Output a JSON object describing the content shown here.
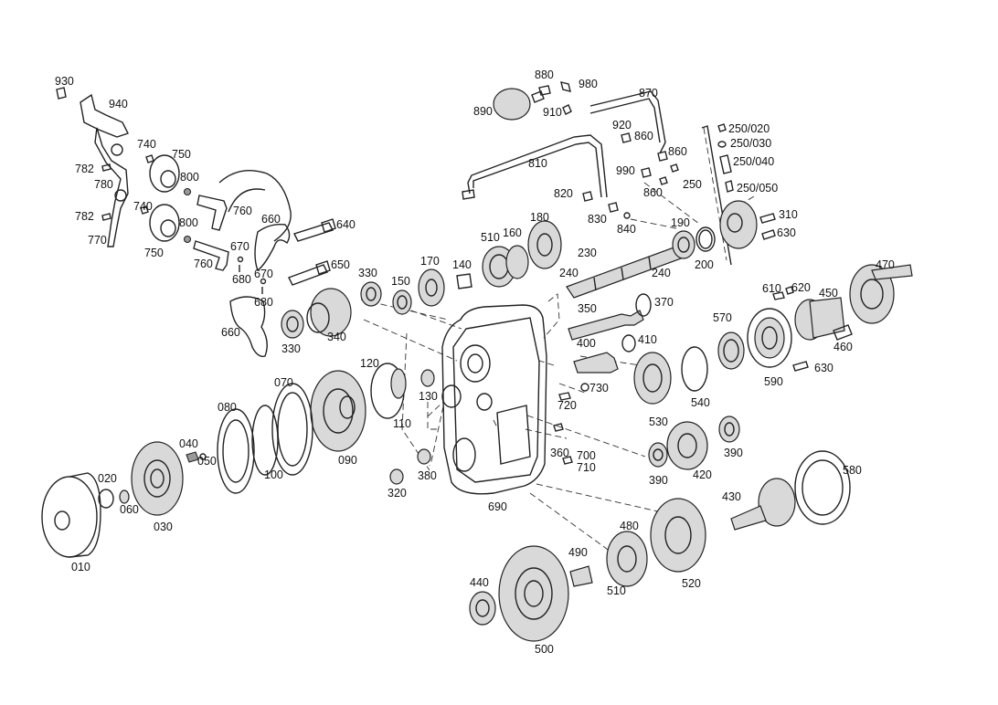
{
  "labels": {
    "l930": "930",
    "l940": "940",
    "l740a": "740",
    "l750a": "750",
    "l782a": "782",
    "l780": "780",
    "l800a": "800",
    "l740b": "740",
    "l782b": "782",
    "l770": "770",
    "l800b": "800",
    "l750b": "750",
    "l760a": "760",
    "l760b": "760",
    "l660a": "660",
    "l640": "640",
    "l670a": "670",
    "l680a": "680",
    "l670b": "670",
    "l680b": "680",
    "l650": "650",
    "l660b": "660",
    "l330a": "330",
    "l330b": "330",
    "l340": "340",
    "l150": "150",
    "l170": "170",
    "l140": "140",
    "l510a": "510",
    "l160": "160",
    "l180": "180",
    "l880": "880",
    "l980": "980",
    "l870": "870",
    "l890": "890",
    "l910": "910",
    "l920": "920",
    "l860a": "860",
    "l860b": "860",
    "l810": "810",
    "l990": "990",
    "l820": "820",
    "l830": "830",
    "l860c": "860",
    "l840": "840",
    "l190": "190",
    "l200": "200",
    "l250": "250",
    "l250_020": "250/020",
    "l250_030": "250/030",
    "l250_040": "250/040",
    "l250_050": "250/050",
    "l310": "310",
    "l630a": "630",
    "l230": "230",
    "l240a": "240",
    "l240b": "240",
    "l470": "470",
    "l610": "610",
    "l620": "620",
    "l450": "450",
    "l460": "460",
    "l350": "350",
    "l370": "370",
    "l570": "570",
    "l400": "400",
    "l410": "410",
    "l630b": "630",
    "l590": "590",
    "l120": "120",
    "l130": "130",
    "l070": "070",
    "l110": "110",
    "l090": "090",
    "l080": "080",
    "l100": "100",
    "l720": "720",
    "l730": "730",
    "l540": "540",
    "l530": "530",
    "l390a": "390",
    "l390b": "390",
    "l420": "420",
    "l360": "360",
    "l700": "700",
    "l710": "710",
    "l380": "380",
    "l320": "320",
    "l690": "690",
    "l040": "040",
    "l050": "050",
    "l020": "020",
    "l060": "060",
    "l030": "030",
    "l010": "010",
    "l580": "580",
    "l430": "430",
    "l480": "480",
    "l490": "490",
    "l510b": "510",
    "l520": "520",
    "l440": "440",
    "l500": "500"
  }
}
